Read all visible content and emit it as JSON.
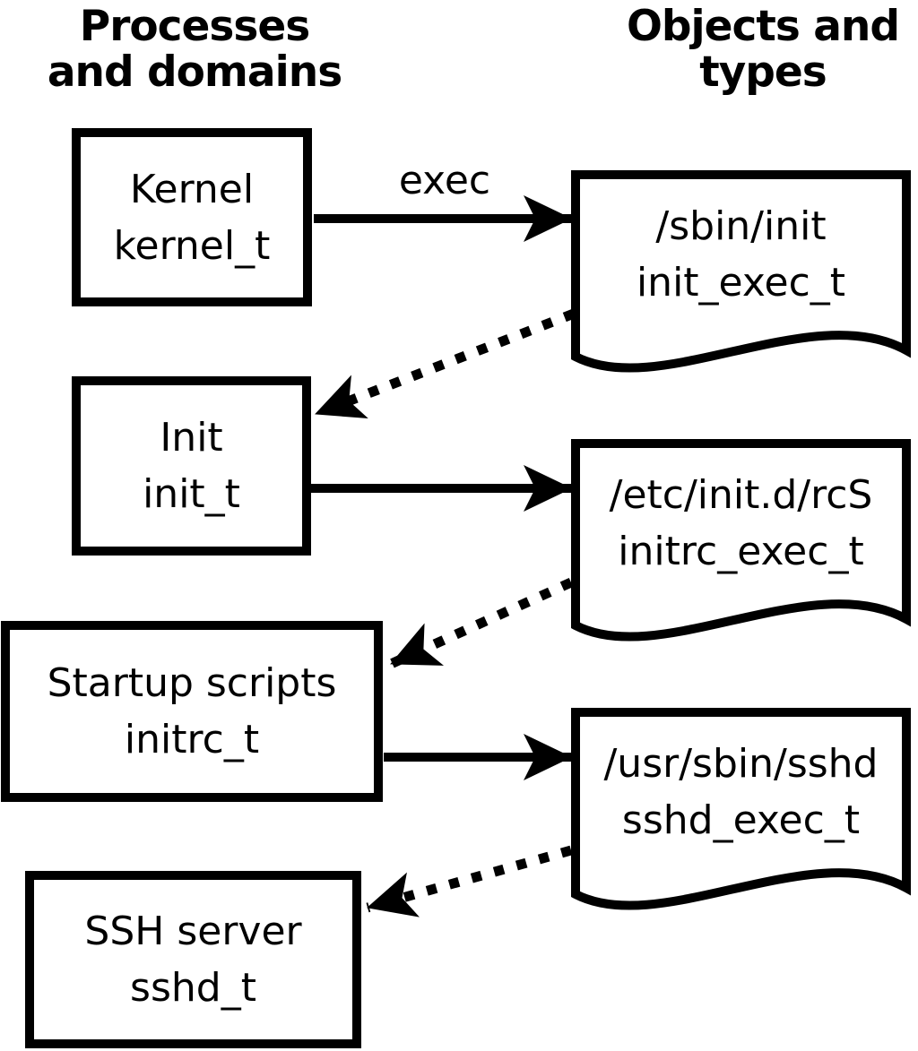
{
  "headings": {
    "left": {
      "line1": "Processes",
      "line2": "and domains"
    },
    "right": {
      "line1": "Objects and",
      "line2": "types"
    }
  },
  "processes": [
    {
      "label": "Kernel",
      "domain": "kernel_t"
    },
    {
      "label": "Init",
      "domain": "init_t"
    },
    {
      "label": "Startup scripts",
      "domain": "initrc_t"
    },
    {
      "label": "SSH server",
      "domain": "sshd_t"
    }
  ],
  "objects": [
    {
      "path": "/sbin/init",
      "type": "init_exec_t"
    },
    {
      "path": "/etc/init.d/rcS",
      "type": "initrc_exec_t"
    },
    {
      "path": "/usr/sbin/sshd",
      "type": "sshd_exec_t"
    }
  ],
  "arrows": {
    "exec_label": "exec"
  },
  "colors": {
    "stroke": "#000000",
    "background": "#ffffff"
  }
}
